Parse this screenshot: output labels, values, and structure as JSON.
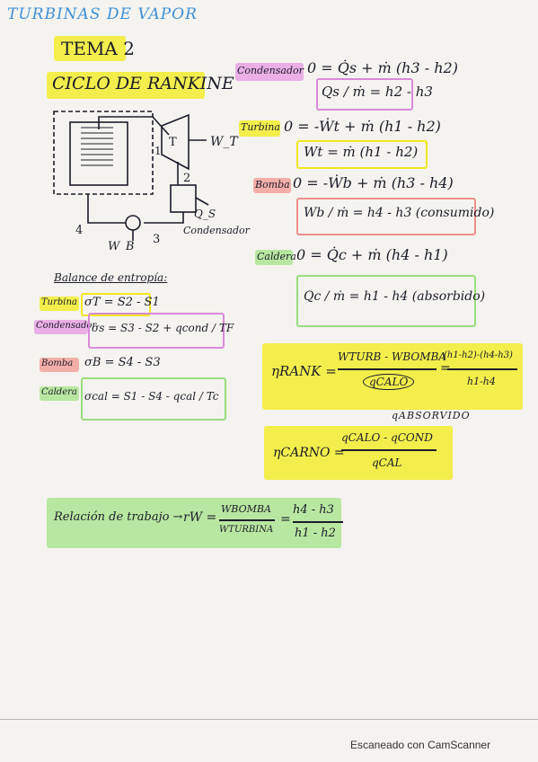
{
  "header": {
    "subject": "TURBINAS DE VAPOR",
    "topic": "TEMA 2",
    "title": "CICLO DE RANKINE"
  },
  "diagram": {
    "labels": {
      "n1": "1",
      "n2": "2",
      "n3": "3",
      "n4": "4",
      "wt": "W_T",
      "wb": "W_B",
      "qs": "Q_S",
      "cond": "Condensador",
      "t": "T"
    }
  },
  "energy": {
    "condensador": {
      "label": "Condensador",
      "eq": "0 = Q̇s + ṁ (h3 - h2)",
      "box": "Qs / ṁ = h2 - h3"
    },
    "turbina": {
      "label": "Turbina",
      "eq": "0 = -Ẇt + ṁ (h1 - h2)",
      "box": "Wt = ṁ (h1 - h2)"
    },
    "bomba": {
      "label": "Bomba",
      "eq": "0 = -Ẇb + ṁ (h3 - h4)",
      "box": "Wb / ṁ = h4 - h3 (consumido)"
    },
    "caldera": {
      "label": "Caldera",
      "eq": "0 = Q̇c + ṁ (h4 - h1)",
      "box": "Qc / ṁ = h1 - h4 (absorbido)"
    }
  },
  "entropy": {
    "title": "Balance de entropía:",
    "turbina": {
      "label": "Turbina",
      "eq": "σT = S2 - S1"
    },
    "condensador": {
      "label": "Condensador",
      "eq": "σs = S3 - S2 + qcond / TF"
    },
    "bomba": {
      "label": "Bomba",
      "eq": "σB = S4 - S3"
    },
    "caldera": {
      "label": "Caldera",
      "eq": "σcal = S1 - S4 - qcal / Tc"
    }
  },
  "efficiency": {
    "rankine_lhs": "ηRANK =",
    "rankine_num": "WTURB - WBOMBA",
    "rankine_mid": "=",
    "rankine_num2": "(h1-h2)-(h4-h3)",
    "rankine_den": "qCALO",
    "rankine_den2": "h1-h4",
    "note": "qABSORVIDO",
    "carnot_lhs": "ηCARNO =",
    "carnot_num": "qCALO - qCOND",
    "carnot_den": "qCAL"
  },
  "ratio": {
    "label": "Relación de trabajo →",
    "rw": "rW =",
    "num": "WBOMBA",
    "den": "WTURBINA",
    "eq": "=",
    "num2": "h4 - h3",
    "den2": "h1 - h2"
  },
  "footer": "Escaneado con CamScanner"
}
